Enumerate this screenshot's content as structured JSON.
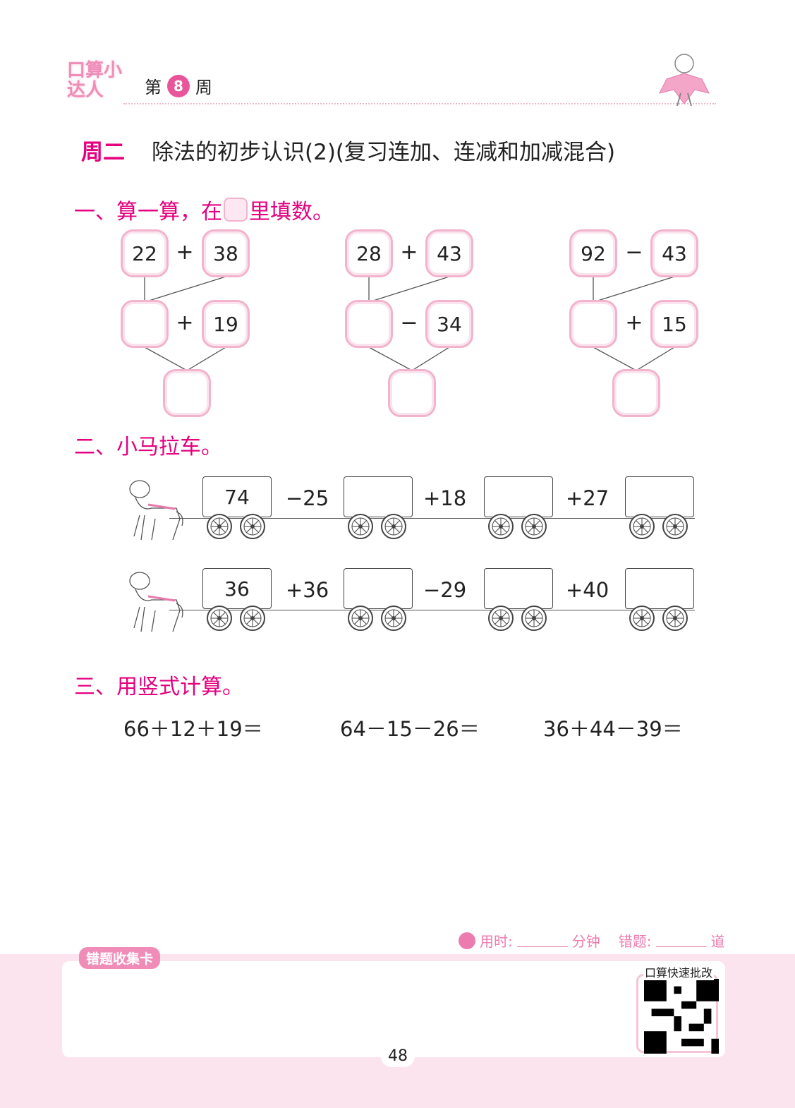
{
  "header": {
    "logo_text": "口算小达人",
    "week_prefix": "第",
    "week_number": "8",
    "week_suffix": "周"
  },
  "title": {
    "day": "周二",
    "topic": "除法的初步认识(2)(复习连加、连减和加减混合)"
  },
  "section1": {
    "heading_a": "一、算一算，在",
    "heading_b": "里填数。",
    "groups": [
      {
        "a": "22",
        "op1": "+",
        "b": "38",
        "op2": "+",
        "c": "19"
      },
      {
        "a": "28",
        "op1": "+",
        "b": "43",
        "op2": "−",
        "c": "34"
      },
      {
        "a": "92",
        "op1": "−",
        "b": "43",
        "op2": "+",
        "c": "15"
      }
    ]
  },
  "section2": {
    "heading": "二、小马拉车。",
    "trains": [
      {
        "start": "74",
        "ops": [
          "−25",
          "+18",
          "+27"
        ]
      },
      {
        "start": "36",
        "ops": [
          "+36",
          "−29",
          "+40"
        ]
      }
    ]
  },
  "section3": {
    "heading": "三、用竖式计算。",
    "exprs": [
      "66＋12＋19＝",
      "64－15－26＝",
      "36＋44－39＝"
    ]
  },
  "footer": {
    "time_label": "用时:",
    "time_unit": "分钟",
    "errors_label": "错题:",
    "errors_unit": "道",
    "card_label": "错题收集卡",
    "qr_label": "口算快速批改",
    "page_number": "48"
  },
  "colors": {
    "accent": "#e4007f",
    "box_border": "#f2b3cc",
    "band": "#fce4ef"
  }
}
